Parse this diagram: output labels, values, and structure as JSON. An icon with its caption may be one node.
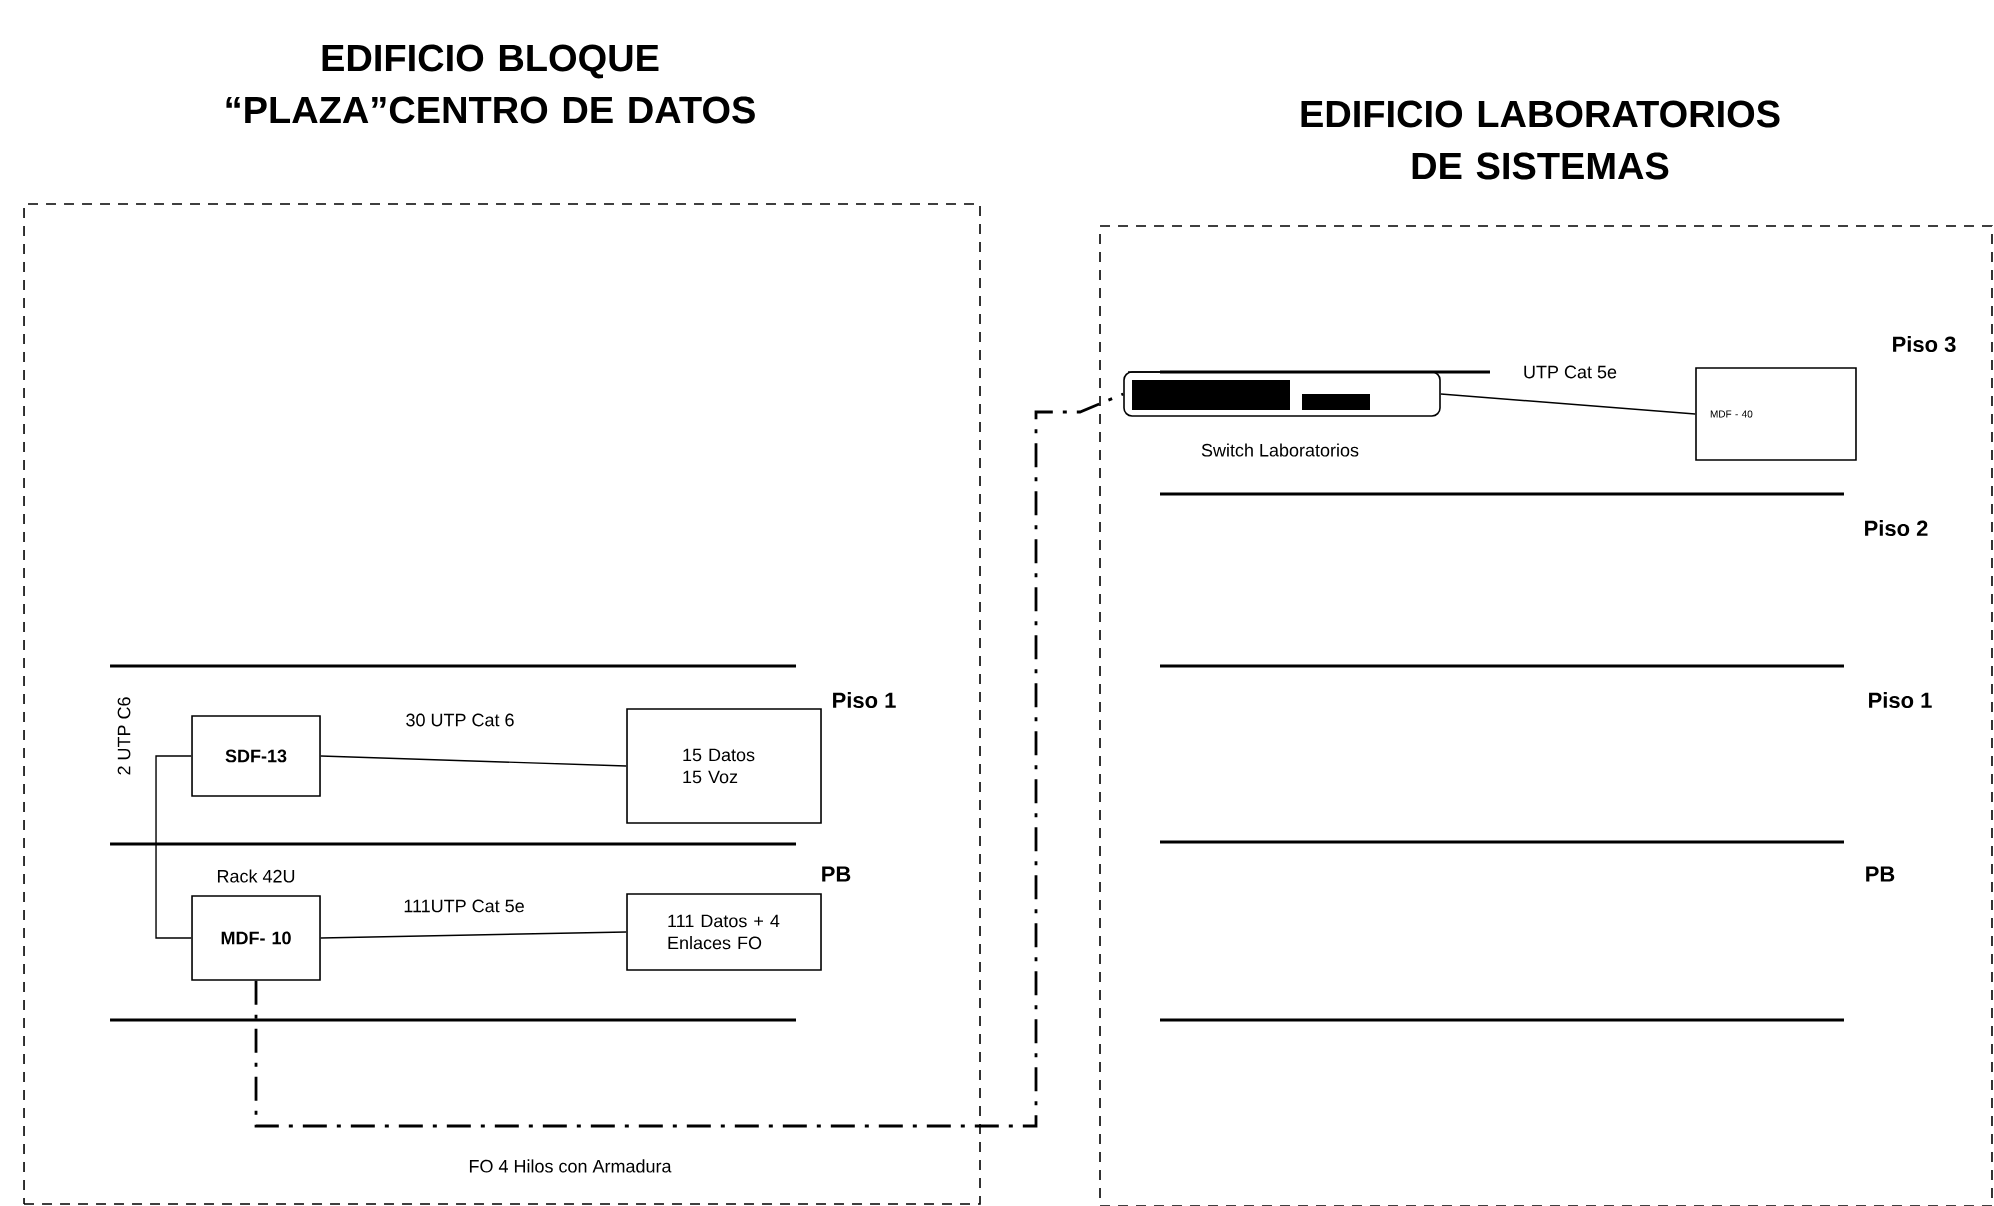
{
  "diagram": {
    "nodes": [
      {
        "text": [
          "EDIFICIO BLOQUE “PLAZA”CENTRO DE DATOS"
        ]
      },
      {
        "text": [
          "EDIFICIO LABORATORIOS DE SISTEMAS"
        ]
      },
      {
        "text": [
          "SDF-13"
        ],
        "in": 0
      },
      {
        "text": [
          "15 Datos 15 Voz"
        ],
        "in": 0
      },
      {
        "text": [
          "MDF- 10"
        ],
        "in": 0,
        "beside": [
          "Rack 42U"
        ]
      },
      {
        "text": [
          "111 Datos + 4 Enlaces FO"
        ],
        "in": 0
      },
      {
        "text": [],
        "shape": "picture",
        "in": 1,
        "beside": [
          "Switch Laboratorios"
        ]
      },
      {
        "text": [
          "MDF - 40"
        ],
        "in": 1
      }
    ],
    "edges": [
      {
        "from": 2,
        "to": 3,
        "arrow": "none",
        "label": "30 UTP Cat 6"
      },
      {
        "from": 4,
        "to": 2,
        "arrow": "none",
        "label": "2 UTP C6"
      },
      {
        "from": 4,
        "to": 5,
        "arrow": "none",
        "label": "111UTP Cat 5e"
      },
      {
        "from": 4,
        "to": 6,
        "arrow": "none",
        "label": "FO 4 Hilos con Armadura",
        "style": "dashed"
      },
      {
        "from": 6,
        "to": 7,
        "arrow": "none",
        "label": "UTP Cat 5e"
      }
    ],
    "labels": [
      "Piso 3",
      "Piso 2",
      "Piso 1",
      "Piso 1",
      "PB",
      "PB"
    ]
  }
}
